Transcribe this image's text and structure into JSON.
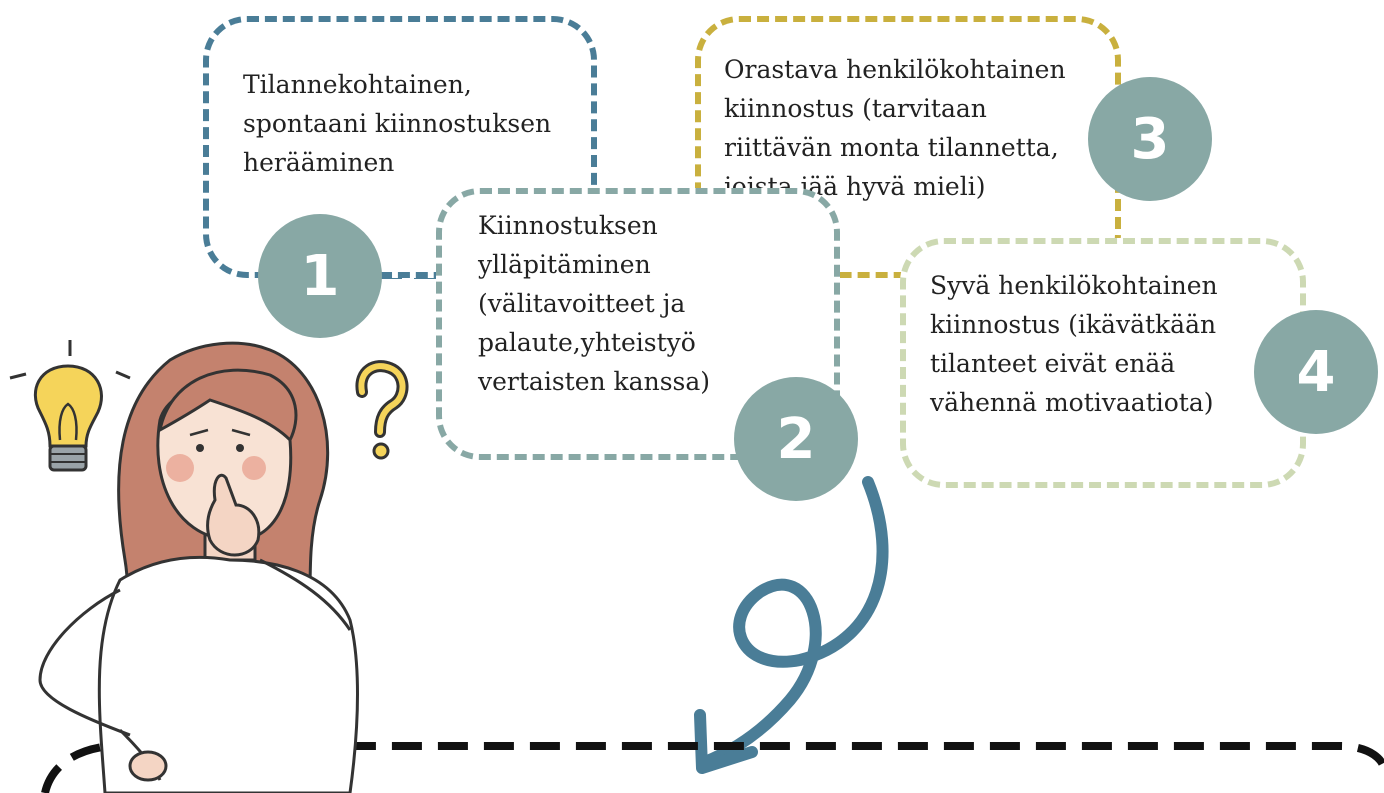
{
  "steps": [
    {
      "number": "1",
      "text_lines": [
        "Tilannekohtainen,",
        "spontaani kiinnostuksen",
        "herääminen"
      ],
      "color": "#4a7d97"
    },
    {
      "number": "2",
      "text_lines": [
        "Kiinnostuksen",
        "ylläpitäminen",
        "(välitavoitteet ja",
        "palaute,yhteistyö",
        "vertaisten kanssa)"
      ],
      "color": "#88a8a5"
    },
    {
      "number": "3",
      "text_lines": [
        "Orastava henkilökohtainen",
        "kiinnostus (tarvitaan",
        "riittävän monta tilannetta,",
        "joista jää hyvä mieli)"
      ],
      "color": "#c9b03e"
    },
    {
      "number": "4",
      "text_lines": [
        "Syvä henkilökohtainen",
        "kiinnostus (ikävätkään",
        "tilanteet eivät enää",
        "vähennä motivaatiota)"
      ],
      "color": "#cdd9b3"
    }
  ],
  "badge_color": "#88a8a5",
  "arrow_color": "#4a7d97"
}
